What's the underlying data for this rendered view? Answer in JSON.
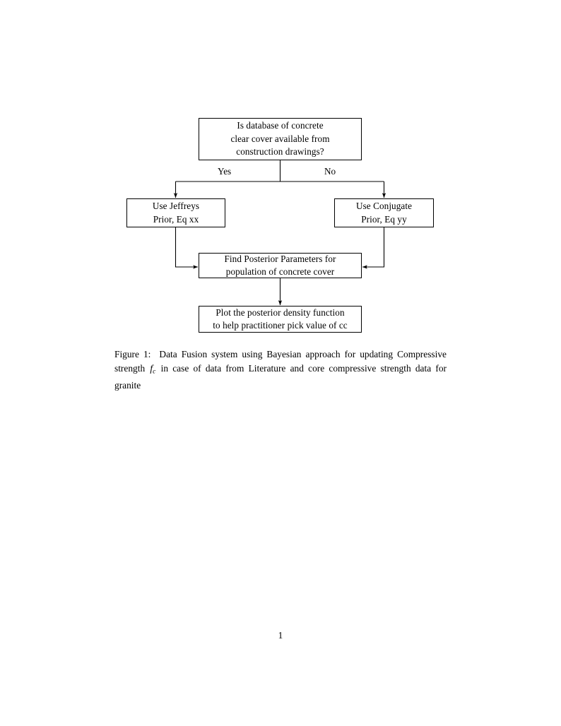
{
  "document": {
    "page_number": "1"
  },
  "figure": {
    "caption_label": "Figure 1:",
    "caption_text_part1": "Data Fusion system using Bayesian approach for updating Compressive strength",
    "caption_math": "f",
    "caption_math_sub": "c",
    "caption_text_part2": "in case of data from Literature and core compressive strength data for granite",
    "nodes": [
      {
        "id": "question",
        "lines": [
          "Is database of concrete",
          "clear cover available from",
          "construction drawings?"
        ]
      },
      {
        "id": "jeffreys",
        "lines": [
          "Use Jeffreys",
          "Prior, Eq xx"
        ]
      },
      {
        "id": "conjugate",
        "lines": [
          "Use Conjugate",
          "Prior, Eq yy"
        ]
      },
      {
        "id": "posterior",
        "lines": [
          "Find Posterior Parameters for",
          "population of concrete cover"
        ]
      },
      {
        "id": "plot",
        "lines": [
          "Plot the posterior density function",
          "to help practitioner pick value of cc"
        ]
      }
    ],
    "branch_labels": {
      "yes": "Yes",
      "no": "No"
    },
    "colors": {
      "stroke": "#000000",
      "fill": "#ffffff",
      "text": "#000000"
    }
  }
}
